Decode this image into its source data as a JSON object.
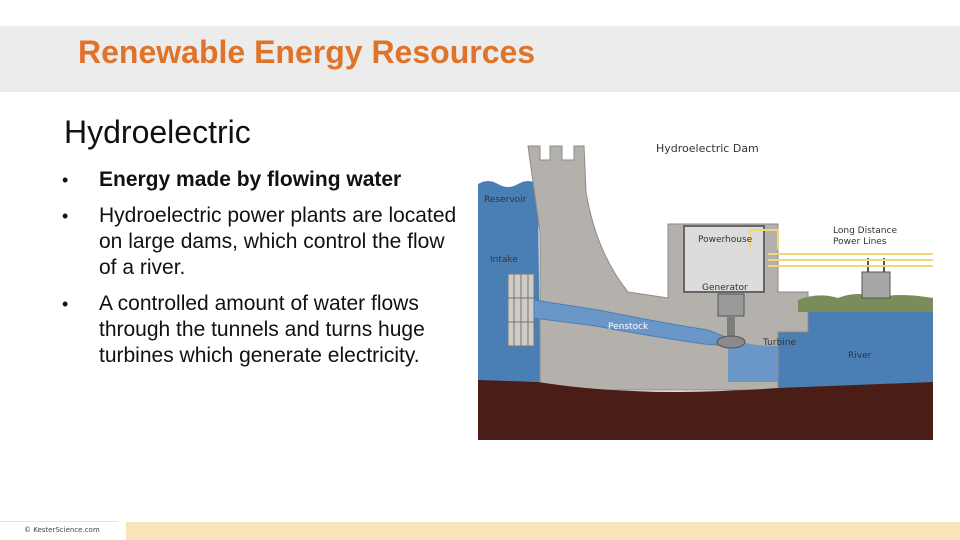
{
  "slide": {
    "title": "Renewable Energy Resources",
    "heading": "Hydroelectric",
    "bullets": [
      {
        "marker": "•",
        "text": "Energy made by flowing water"
      },
      {
        "marker": "•",
        "text": "Hydroelectric power plants are located on large dams, which control the flow of a river."
      },
      {
        "marker": "•",
        "text": "A controlled amount of water flows through the tunnels and turns huge turbines which generate electricity."
      }
    ]
  },
  "diagram": {
    "title": "Hydroelectric Dam",
    "labels": {
      "reservoir": "Reservoir",
      "intake": "Intake",
      "powerhouse": "Powerhouse",
      "generator": "Generator",
      "penstock": "Penstock",
      "turbine": "Turbine",
      "power_lines_1": "Long Distance",
      "power_lines_2": "Power Lines",
      "river": "River"
    }
  },
  "footer": {
    "copyright": "© KesterScience.com"
  },
  "colors": {
    "title": "#e0732a",
    "footer_bar": "#f9e3b8",
    "water": "#4a7fb5",
    "soil": "#4a1e17",
    "concrete": "#b4b0ac"
  }
}
